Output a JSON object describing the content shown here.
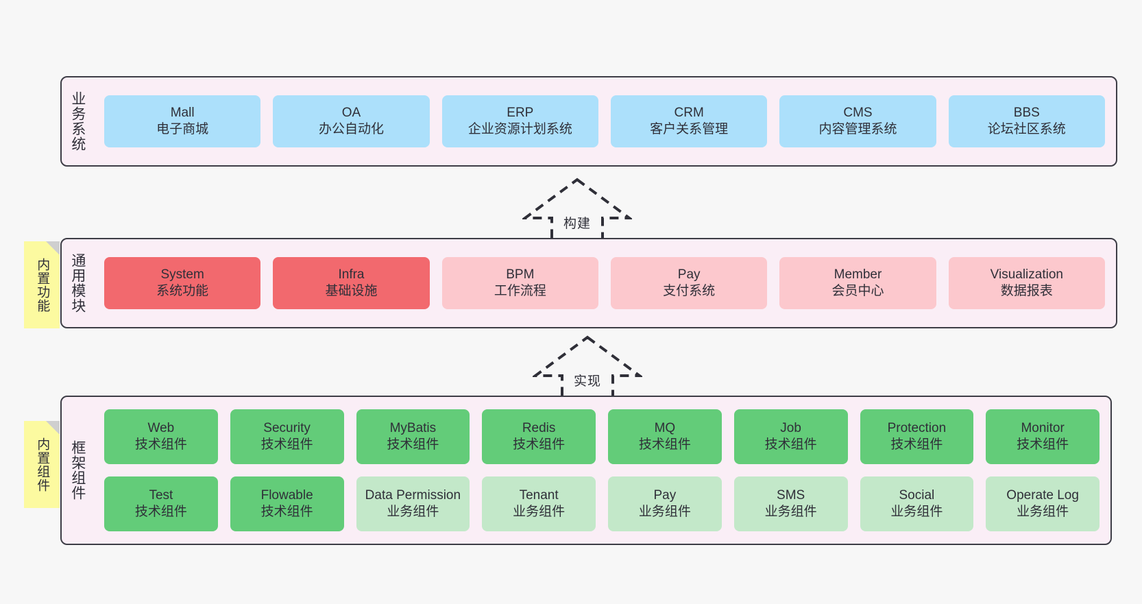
{
  "diagram": {
    "title": "Architecture layers diagram",
    "colors": {
      "panel_background": "#faeef6",
      "panel_border": "#3d3d46",
      "business_box": "#ace0fb",
      "core_module_active": "#f2696e",
      "core_module_inactive": "#fcc8cd",
      "tech_component": "#63cc79",
      "biz_component": "#c3e8c9",
      "note": "#fcfaa0",
      "canvas": "#f7f7f7"
    }
  },
  "notes": [
    {
      "name": "builtin-function-note",
      "label": "内置功能"
    },
    {
      "name": "builtin-component-note",
      "label": "内置组件"
    }
  ],
  "arrows": [
    {
      "name": "build-arrow",
      "label": "构建"
    },
    {
      "name": "implement-arrow",
      "label": "实现"
    }
  ],
  "layers": [
    {
      "name": "business-system",
      "title": "业务系统",
      "rows": [
        {
          "cells": [
            {
              "en": "Mall",
              "cn": "电子商城",
              "color": "c-blue"
            },
            {
              "en": "OA",
              "cn": "办公自动化",
              "color": "c-blue"
            },
            {
              "en": "ERP",
              "cn": "企业资源计划系统",
              "color": "c-blue"
            },
            {
              "en": "CRM",
              "cn": "客户关系管理",
              "color": "c-blue"
            },
            {
              "en": "CMS",
              "cn": "内容管理系统",
              "color": "c-blue"
            },
            {
              "en": "BBS",
              "cn": "论坛社区系统",
              "color": "c-blue"
            }
          ]
        }
      ]
    },
    {
      "name": "common-module",
      "title": "通用模块",
      "rows": [
        {
          "cells": [
            {
              "en": "System",
              "cn": "系统功能",
              "color": "c-red"
            },
            {
              "en": "Infra",
              "cn": "基础设施",
              "color": "c-red"
            },
            {
              "en": "BPM",
              "cn": "工作流程",
              "color": "c-pink"
            },
            {
              "en": "Pay",
              "cn": "支付系统",
              "color": "c-pink"
            },
            {
              "en": "Member",
              "cn": "会员中心",
              "color": "c-pink"
            },
            {
              "en": "Visualization",
              "cn": "数据报表",
              "color": "c-pink"
            }
          ]
        }
      ]
    },
    {
      "name": "framework-component",
      "title": "框架组件",
      "rows": [
        {
          "cells": [
            {
              "en": "Web",
              "cn": "技术组件",
              "color": "c-green"
            },
            {
              "en": "Security",
              "cn": "技术组件",
              "color": "c-green"
            },
            {
              "en": "MyBatis",
              "cn": "技术组件",
              "color": "c-green"
            },
            {
              "en": "Redis",
              "cn": "技术组件",
              "color": "c-green"
            },
            {
              "en": "MQ",
              "cn": "技术组件",
              "color": "c-green"
            },
            {
              "en": "Job",
              "cn": "技术组件",
              "color": "c-green"
            },
            {
              "en": "Protection",
              "cn": "技术组件",
              "color": "c-green"
            },
            {
              "en": "Monitor",
              "cn": "技术组件",
              "color": "c-green"
            }
          ]
        },
        {
          "cells": [
            {
              "en": "Test",
              "cn": "技术组件",
              "color": "c-green"
            },
            {
              "en": "Flowable",
              "cn": "技术组件",
              "color": "c-green"
            },
            {
              "en": "Data Permission",
              "cn": "业务组件",
              "color": "c-lightgreen"
            },
            {
              "en": "Tenant",
              "cn": "业务组件",
              "color": "c-lightgreen"
            },
            {
              "en": "Pay",
              "cn": "业务组件",
              "color": "c-lightgreen"
            },
            {
              "en": "SMS",
              "cn": "业务组件",
              "color": "c-lightgreen"
            },
            {
              "en": "Social",
              "cn": "业务组件",
              "color": "c-lightgreen"
            },
            {
              "en": "Operate Log",
              "cn": "业务组件",
              "color": "c-lightgreen"
            }
          ]
        }
      ]
    }
  ]
}
